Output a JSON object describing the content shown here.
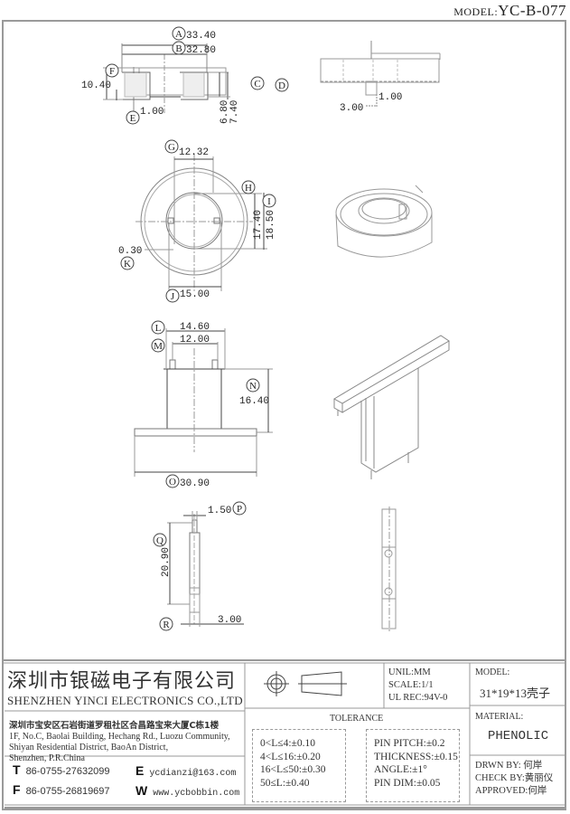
{
  "header": {
    "model_prefix": "MODEL:",
    "model_value": "YC-B-077"
  },
  "drawing": {
    "front_view": {
      "labels": {
        "A": "A",
        "B": "B",
        "C": "C",
        "D": "D",
        "E": "E",
        "F": "F"
      },
      "dims": {
        "A": "33.40",
        "B": "32.80",
        "C": "6.80",
        "D": "7.40",
        "E": "1.00",
        "F": "10.40"
      }
    },
    "side_view": {
      "dims": {
        "pin_width": "1.00",
        "pin_length": "3.00"
      }
    },
    "top_view": {
      "labels": {
        "G": "G",
        "H": "H",
        "I": "I",
        "J": "J",
        "K": "K"
      },
      "dims": {
        "G": "12.32",
        "H": "17.40",
        "I": "18.50",
        "J": "15.00",
        "K": "0.30"
      }
    },
    "clip_front_view": {
      "labels": {
        "L": "L",
        "M": "M",
        "N": "N",
        "O": "O"
      },
      "dims": {
        "L": "14.60",
        "M": "12.00",
        "N": "16.40",
        "O": "30.90"
      }
    },
    "clip_side_view": {
      "labels": {
        "P": "P",
        "Q": "Q",
        "R": "R"
      },
      "dims": {
        "P": "1.50",
        "Q": "20.90",
        "R": "3.00"
      }
    }
  },
  "title_block": {
    "company_cn": "深圳市银磁电子有限公司",
    "company_en": "SHENZHEN YINCI ELECTRONICS CO.,LTD",
    "address": [
      "深圳市宝安区石岩街道罗租社区合昌路宝来大厦C栋1楼",
      "1F, No.C, Baolai Building, Hechang Rd., Luozu Community,",
      "Shiyan Residential District, BaoAn District,",
      "Shenzhen, P.R.China"
    ],
    "contact": {
      "tel_icon": "T",
      "tel": "86-0755-27632099",
      "fax_icon": "F",
      "fax": "86-0755-26819697",
      "email_icon": "E",
      "email": "ycdianzi@163.com",
      "web_icon": "W",
      "web": "www.ycbobbin.com"
    },
    "units": {
      "unit": "UNIL:MM",
      "scale": "SCALE:1/1",
      "ul_rec": "UL REC:94V-0"
    },
    "tolerance": {
      "title": "TOLERANCE",
      "left": [
        "0<L≤4:±0.10",
        "4<L≤16:±0.20",
        "16<L≤50:±0.30",
        "50≤L:±0.40"
      ],
      "right": [
        "PIN PITCH:±0.2",
        "THICKNESS:±0.15",
        "ANGLE:±1°",
        "PIN DIM:±0.05"
      ]
    },
    "model_label": "MODEL:",
    "model_value": "31*19*13壳子",
    "material_label": "MATERIAL:",
    "material_value": "PHENOLIC",
    "drawn_by": "DRWN BY: 何岸",
    "checked_by": "CHECK BY:黄丽仪",
    "approved_by": "APPROVED:何岸"
  }
}
